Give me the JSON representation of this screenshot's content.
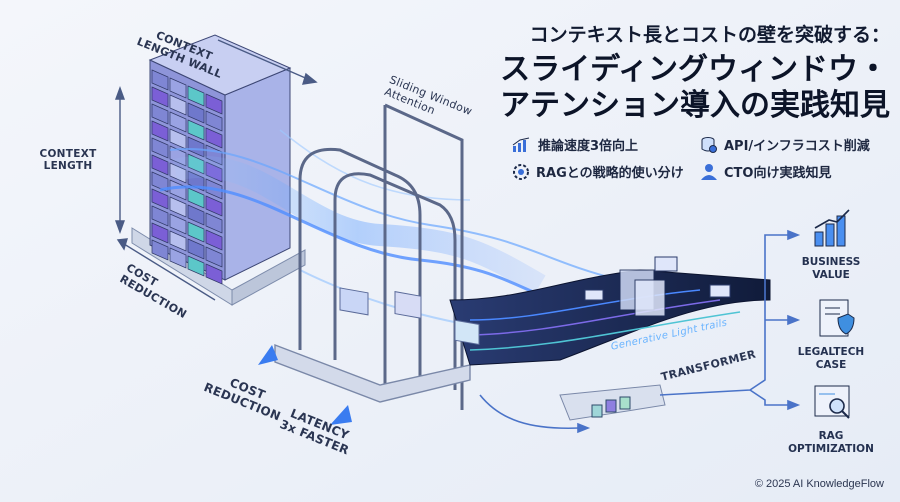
{
  "title": {
    "line1": "コンテキスト長とコストの壁を突破する：",
    "line2": "スライディングウィンドウ・",
    "line3": "アテンション導入の実践知見"
  },
  "features": [
    {
      "icon": "chart-up-icon",
      "text": "推論速度3倍向上"
    },
    {
      "icon": "database-coin-icon",
      "text": "API/インフラコスト削減"
    },
    {
      "icon": "gear-brain-icon",
      "text": "RAGとの戦略的使い分け"
    },
    {
      "icon": "person-icon",
      "text": "CTO向け実践知見"
    }
  ],
  "labels": {
    "context_wall": "CONTEXT\nLENGTH WALL",
    "context_length": "CONTEXT\nLENGTH",
    "cost_reduction_left": "COST\nREDUCTION",
    "sliding_window": "Sliding Window\nAttention",
    "cost_reduction_bottom": "COST\nREDUCTION",
    "latency": "LATENCY\n3x FASTER",
    "generative": "Generative Light trails",
    "transformer": "TRANSFORMER"
  },
  "outputs": [
    {
      "icon": "bar-chart-icon",
      "label": "BUSINESS\nVALUE"
    },
    {
      "icon": "document-shield-icon",
      "label": "LEGALTECH\nCASE"
    },
    {
      "icon": "magnifier-icon",
      "label": "RAG\nOPTIMIZATION"
    }
  ],
  "copyright": "© 2025 AI KnowledgeFlow",
  "colors": {
    "accent": "#3b7cf0",
    "purple": "#7b5fd6",
    "teal": "#5cc7c9",
    "dark": "#1c2a4a"
  }
}
